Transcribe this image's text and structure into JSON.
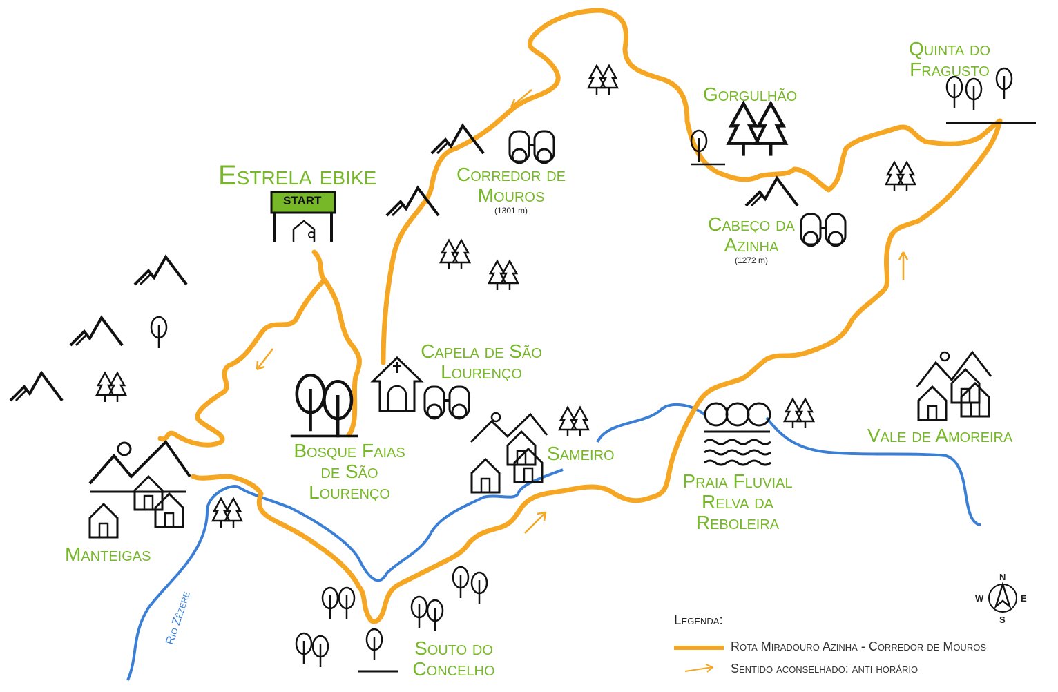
{
  "title": "Estrela ebike",
  "start_sign": "START",
  "places": {
    "corredor": {
      "line1": "Corredor de",
      "line2": "Mouros",
      "elevation": "(1301 m)"
    },
    "gorgulhao": {
      "line1": "Gorgulhão"
    },
    "quinta": {
      "line1": "Quinta do",
      "line2": "Fragusto"
    },
    "cabeco": {
      "line1": "Cabeço da",
      "line2": "Azinha",
      "elevation": "(1272 m)"
    },
    "capela": {
      "line1": "Capela de São",
      "line2": "Lourenço"
    },
    "bosque": {
      "line1": "Bosque Faias",
      "line2": "de São",
      "line3": "Lourenço"
    },
    "sameiro": {
      "line1": "Sameiro"
    },
    "vale": {
      "line1": "Vale de Amoreira"
    },
    "praia": {
      "line1": "Praia Fluvial",
      "line2": "Relva da",
      "line3": "Reboleira"
    },
    "manteigas": {
      "line1": "Manteigas"
    },
    "souto": {
      "line1": "Souto do",
      "line2": "Concelho"
    }
  },
  "river": "Rio Zêzere",
  "legend": {
    "heading": "Legenda:",
    "route_label": "Rota Miradouro Azinha - Corredor de Mouros",
    "direction_label": "Sentido aconselhado: anti horário"
  },
  "compass": {
    "n": "N",
    "s": "S",
    "e": "E",
    "w": "W"
  },
  "colors": {
    "route": "#f5a623",
    "river": "#3a7fd5",
    "label": "#77b829",
    "icon": "#111111"
  }
}
